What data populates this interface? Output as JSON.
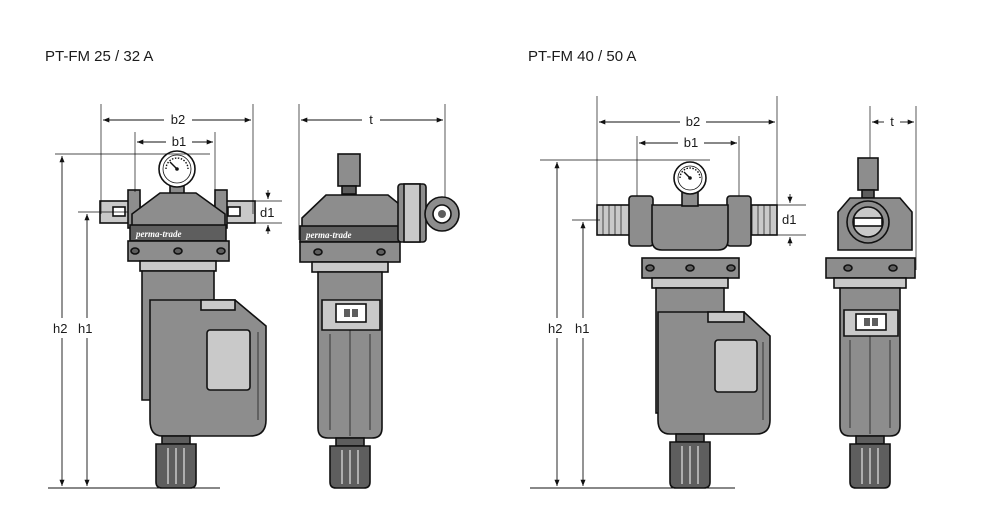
{
  "left_model": {
    "title": "PT-FM 25 / 32 A",
    "brand": "perma-trade",
    "labels": {
      "b2": "b2",
      "b1": "b1",
      "d1": "d1",
      "t": "t",
      "h2": "h2",
      "h1": "h1"
    }
  },
  "right_model": {
    "title": "PT-FM 40 / 50 A",
    "labels": {
      "b2": "b2",
      "b1": "b1",
      "d1": "d1",
      "t": "t",
      "h2": "h2",
      "h1": "h1"
    }
  }
}
